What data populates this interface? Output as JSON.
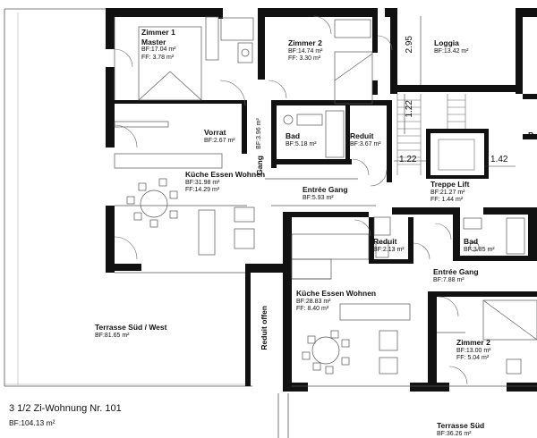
{
  "unit": {
    "title": "3 1/2 Zi-Wohnung Nr. 101",
    "area": "BF:104.13 m²"
  },
  "rooms": {
    "zimmer1": {
      "name1": "Zimmer 1",
      "name2": "Master",
      "bf": "BF:17.04 m²",
      "ff": "FF:   3.78 m²"
    },
    "zimmer2_top": {
      "name": "Zimmer 2",
      "bf": "BF:14.74 m²",
      "ff": "FF:   3.30 m²"
    },
    "loggia": {
      "name": "Loggia",
      "bf": "BF:13.42 m²"
    },
    "vorrat": {
      "name": "Vorrat",
      "bf": "BF:2.67 m²"
    },
    "gang": {
      "name": "Gang",
      "bf": "BF:3.96 m²"
    },
    "bad_top": {
      "name": "Bad",
      "bf": "BF:5.18 m²"
    },
    "reduit_top": {
      "name": "Reduit",
      "bf": "BF:3.67 m²"
    },
    "kueche_top": {
      "name": "Küche Essen Wohnen",
      "bf": "BF:31.98 m²",
      "ff": "FF:14.29 m²"
    },
    "entree_top": {
      "name": "Entrée Gang",
      "bf": "BF:5.93 m²"
    },
    "treppe": {
      "name": "Treppe Lift",
      "bf": "BF:21.27 m²",
      "ff": "FF:  1.44 m²"
    },
    "reduit_mid": {
      "name": "Reduit",
      "bf": "BF:2.13 m²"
    },
    "bad_mid": {
      "name": "Bad",
      "bf": "BF:3.85 m²"
    },
    "entree_mid": {
      "name": "Entrée Gang",
      "bf": "BF:7.88 m²"
    },
    "kueche_bottom": {
      "name": "Küche Essen Wohnen",
      "bf": "BF:28.83 m²",
      "ff": "FF:  8.40 m²"
    },
    "zimmer2_bottom": {
      "name": "Zimmer 2",
      "bf": "BF:13.00 m²",
      "ff": "FF:  5.04 m²"
    },
    "terrasse_sw": {
      "name": "Terrasse Süd / West",
      "bf": "BF:81.65 m²"
    },
    "reduit_offen": {
      "name": "Reduit offen"
    },
    "terrasse_sued": {
      "name": "Terrasse Süd",
      "bf": "BF:36.26 m²"
    },
    "edge_label": {
      "name": "R"
    }
  },
  "dimensions": {
    "d295": "2.95",
    "d122a": "1.22",
    "d122b": "1.22",
    "d142": "1.42"
  },
  "colors": {
    "wall": "#111111",
    "line": "#555555",
    "thin": "#888888",
    "background": "#ffffff"
  }
}
